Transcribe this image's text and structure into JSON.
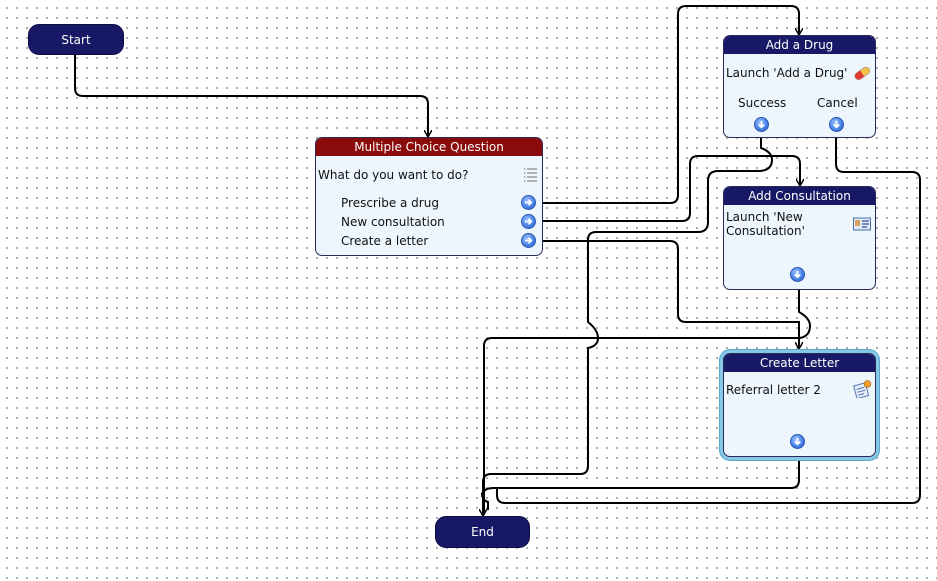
{
  "start": {
    "label": "Start"
  },
  "end": {
    "label": "End"
  },
  "question": {
    "title": "Multiple Choice Question",
    "prompt": "What do you want to do?",
    "options": [
      "Prescribe a drug",
      "New consultation",
      "Create a letter"
    ]
  },
  "add_drug": {
    "title": "Add a Drug",
    "text": "Launch 'Add a Drug'",
    "outputs": [
      "Success",
      "Cancel"
    ]
  },
  "add_consultation": {
    "title": "Add Consultation",
    "text": "Launch 'New Consultation'"
  },
  "create_letter": {
    "title": "Create Letter",
    "text": "Referral letter 2"
  },
  "colors": {
    "terminal": "#171866",
    "header": "#171866",
    "question_header": "#8b0a0a",
    "node_body": "#eef6fd",
    "port": "#4a84e8",
    "selection": "#86c8e6"
  }
}
